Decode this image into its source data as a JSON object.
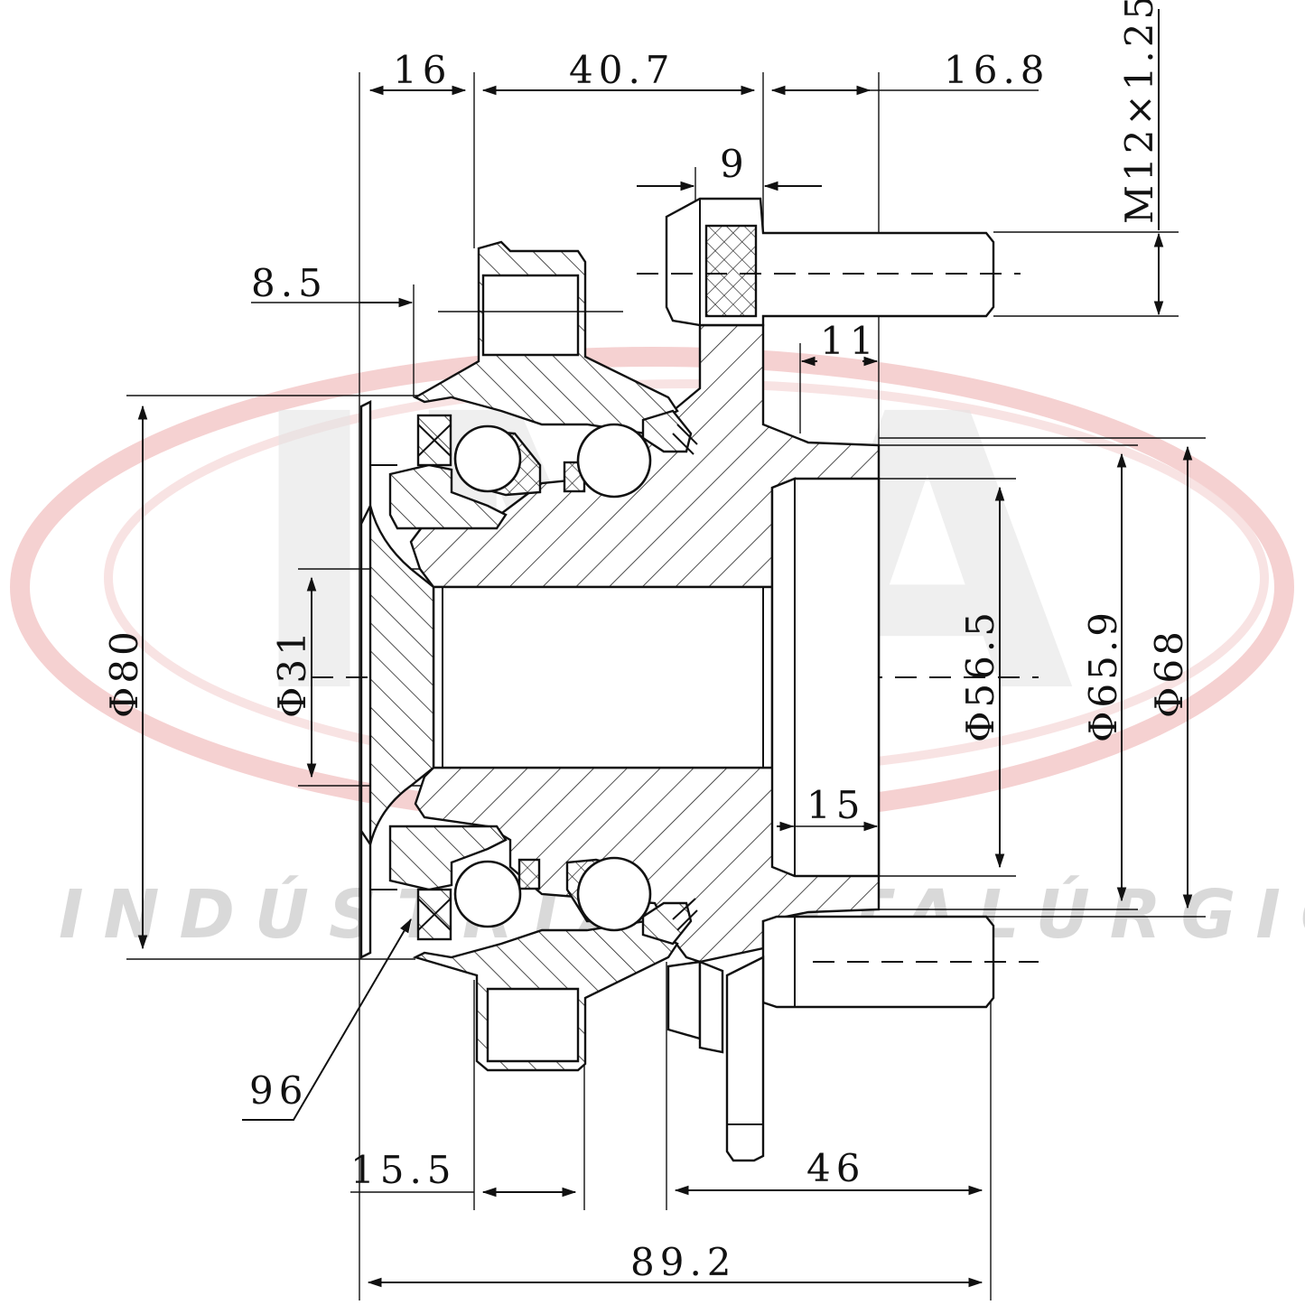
{
  "watermark": {
    "logo": "IMA",
    "tagline": "INDÚSTRIA METALÚRGICA ALLI",
    "colors": {
      "ring": "#f3c9c9",
      "text": "#d9d9d9"
    }
  },
  "dimensions": {
    "d16": "16",
    "d40_7": "40.7",
    "d16_8": "16.8",
    "thread": "M12×1.25",
    "d9": "9",
    "d8_5": "8.5",
    "d11": "11",
    "dia80": "Φ80",
    "dia31": "Φ31",
    "dia56_5": "Φ56.5",
    "dia65_9": "Φ65.9",
    "dia68": "Φ68",
    "d15": "15",
    "seal_ref": "96",
    "d15_5": "15.5",
    "d46": "46",
    "d89_2": "89.2"
  }
}
